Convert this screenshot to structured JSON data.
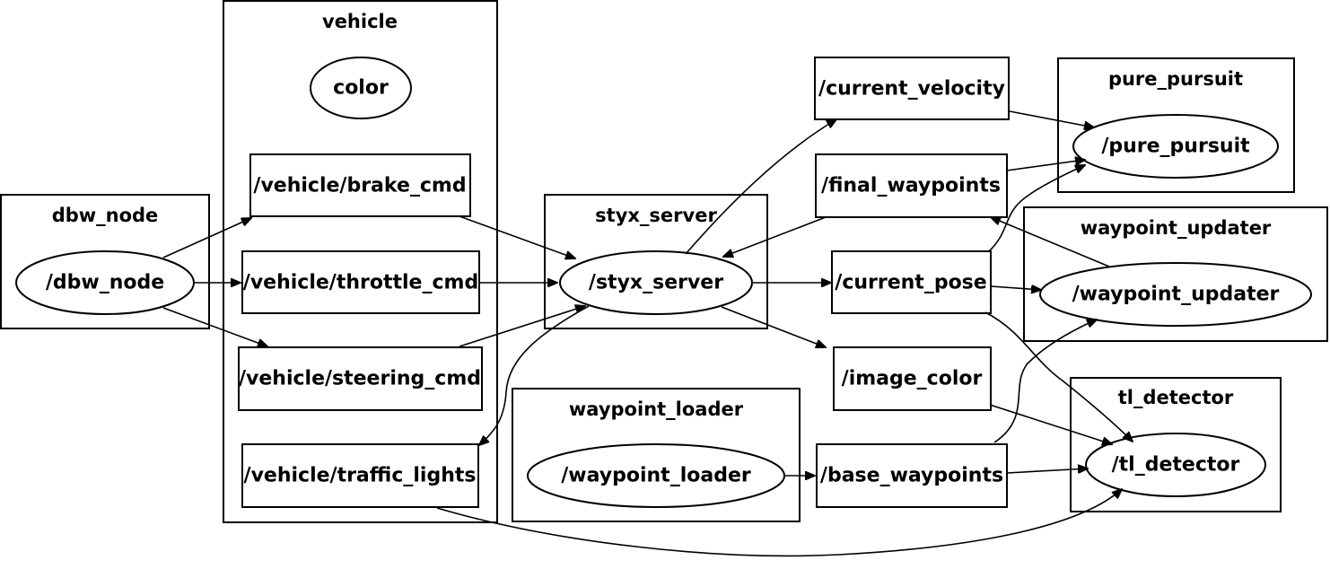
{
  "clusters": [
    {
      "id": "dbw_node",
      "label": "dbw_node"
    },
    {
      "id": "vehicle",
      "label": "vehicle"
    },
    {
      "id": "styx_server",
      "label": "styx_server"
    },
    {
      "id": "waypoint_loader",
      "label": "waypoint_loader"
    },
    {
      "id": "pure_pursuit",
      "label": "pure_pursuit"
    },
    {
      "id": "waypoint_updater",
      "label": "waypoint_updater"
    },
    {
      "id": "tl_detector",
      "label": "tl_detector"
    }
  ],
  "nodes": [
    {
      "id": "dbw_node",
      "label": "/dbw_node",
      "shape": "ellipse",
      "cluster": "dbw_node"
    },
    {
      "id": "color",
      "label": "color",
      "shape": "ellipse",
      "cluster": "vehicle"
    },
    {
      "id": "brake_cmd",
      "label": "/vehicle/brake_cmd",
      "shape": "box",
      "cluster": "vehicle"
    },
    {
      "id": "throttle_cmd",
      "label": "/vehicle/throttle_cmd",
      "shape": "box",
      "cluster": "vehicle"
    },
    {
      "id": "steering_cmd",
      "label": "/vehicle/steering_cmd",
      "shape": "box",
      "cluster": "vehicle"
    },
    {
      "id": "traffic_lights",
      "label": "/vehicle/traffic_lights",
      "shape": "box",
      "cluster": "vehicle"
    },
    {
      "id": "styx_server",
      "label": "/styx_server",
      "shape": "ellipse",
      "cluster": "styx_server"
    },
    {
      "id": "waypoint_loader",
      "label": "/waypoint_loader",
      "shape": "ellipse",
      "cluster": "waypoint_loader"
    },
    {
      "id": "current_velocity",
      "label": "/current_velocity",
      "shape": "box",
      "cluster": ""
    },
    {
      "id": "final_waypoints",
      "label": "/final_waypoints",
      "shape": "box",
      "cluster": ""
    },
    {
      "id": "current_pose",
      "label": "/current_pose",
      "shape": "box",
      "cluster": ""
    },
    {
      "id": "image_color",
      "label": "/image_color",
      "shape": "box",
      "cluster": ""
    },
    {
      "id": "base_waypoints",
      "label": "/base_waypoints",
      "shape": "box",
      "cluster": ""
    },
    {
      "id": "pure_pursuit",
      "label": "/pure_pursuit",
      "shape": "ellipse",
      "cluster": "pure_pursuit"
    },
    {
      "id": "waypoint_updater",
      "label": "/waypoint_updater",
      "shape": "ellipse",
      "cluster": "waypoint_updater"
    },
    {
      "id": "tl_detector",
      "label": "/tl_detector",
      "shape": "ellipse",
      "cluster": "tl_detector"
    }
  ],
  "edges": [
    {
      "from": "dbw_node",
      "to": "brake_cmd"
    },
    {
      "from": "dbw_node",
      "to": "throttle_cmd"
    },
    {
      "from": "dbw_node",
      "to": "steering_cmd"
    },
    {
      "from": "brake_cmd",
      "to": "styx_server"
    },
    {
      "from": "throttle_cmd",
      "to": "styx_server"
    },
    {
      "from": "steering_cmd",
      "to": "styx_server"
    },
    {
      "from": "styx_server",
      "to": "traffic_lights"
    },
    {
      "from": "styx_server",
      "to": "current_velocity"
    },
    {
      "from": "final_waypoints",
      "to": "styx_server"
    },
    {
      "from": "styx_server",
      "to": "current_pose"
    },
    {
      "from": "styx_server",
      "to": "image_color"
    },
    {
      "from": "current_velocity",
      "to": "pure_pursuit"
    },
    {
      "from": "final_waypoints",
      "to": "pure_pursuit"
    },
    {
      "from": "current_pose",
      "to": "pure_pursuit"
    },
    {
      "from": "waypoint_updater",
      "to": "final_waypoints"
    },
    {
      "from": "current_pose",
      "to": "waypoint_updater"
    },
    {
      "from": "current_pose",
      "to": "tl_detector"
    },
    {
      "from": "image_color",
      "to": "tl_detector"
    },
    {
      "from": "waypoint_loader",
      "to": "base_waypoints"
    },
    {
      "from": "base_waypoints",
      "to": "waypoint_updater"
    },
    {
      "from": "base_waypoints",
      "to": "tl_detector"
    },
    {
      "from": "traffic_lights",
      "to": "tl_detector"
    }
  ]
}
